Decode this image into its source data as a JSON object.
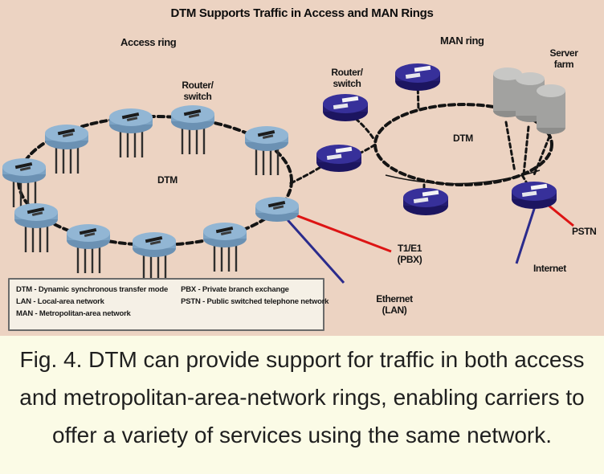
{
  "figure": {
    "title": "DTM Supports Traffic in Access and MAN Rings",
    "access_ring_label": "Access ring",
    "man_ring_label": "MAN ring",
    "server_farm_label": "Server\nfarm",
    "router_switch_access_label": "Router/\nswitch",
    "router_switch_man_label": "Router/\nswitch",
    "dtm_access_label": "DTM",
    "dtm_man_label": "DTM",
    "t1e1_label": "T1/E1\n(PBX)",
    "ethernet_label": "Ethernet\n(LAN)",
    "pstn_label": "PSTN",
    "internet_label": "Internet"
  },
  "legend": {
    "column1": [
      "DTM - Dynamic synchronous transfer mode",
      "LAN - Local-area network",
      "MAN - Metropolitan-area network"
    ],
    "column2": [
      "PBX - Private branch exchange",
      "PSTN - Public switched telephone network"
    ]
  },
  "caption": "Fig. 4. DTM can provide support for traffic in both access and metropolitan-area-network rings, enabling carriers to offer a variety of services using the same network.",
  "colors": {
    "figure_background": "#ecd3c2",
    "caption_background": "#fbfbe6",
    "access_node_blue": "#92b6d4",
    "man_node_navy": "#37309a",
    "server_gray": "#a2a2a0",
    "t1e1_pstn_line_red": "#dd1414",
    "ethernet_internet_line_navy": "#2b2b8c",
    "ring_black": "#141414"
  }
}
